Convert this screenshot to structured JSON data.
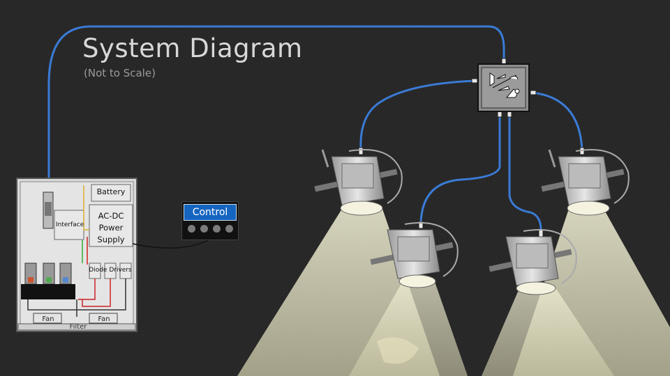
{
  "slide": {
    "title": "System Diagram",
    "subtitle": "(Not to Scale)"
  },
  "unit": {
    "battery_label": "Battery",
    "power_supply_label_lines": [
      "AC-DC",
      "Power",
      "Supply"
    ],
    "interface_label": "Interface",
    "diode_drivers_label": "Diode Drivers",
    "fan_labels": [
      "Fan",
      "Fan"
    ],
    "filter_label": "Filter"
  },
  "control": {
    "label": "Control",
    "button_count": 4
  },
  "colors": {
    "fiber": "#3a7bd5",
    "beam": "#f2f0d4",
    "control_header": "#1565c0",
    "unit_box": "#d9d9d9"
  }
}
